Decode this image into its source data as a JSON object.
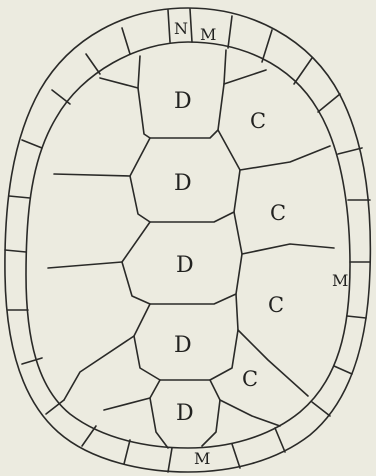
{
  "figure": {
    "description_labels": {
      "nuchal": "N",
      "marginal_top": "M",
      "marginal_right": "M",
      "marginal_bottom": "M",
      "dorsal": [
        "D",
        "D",
        "D",
        "D",
        "D"
      ],
      "costal": [
        "C",
        "C",
        "C",
        "C"
      ]
    },
    "colors": {
      "background": "#ecebe0",
      "ink": "#2a2a28"
    }
  }
}
